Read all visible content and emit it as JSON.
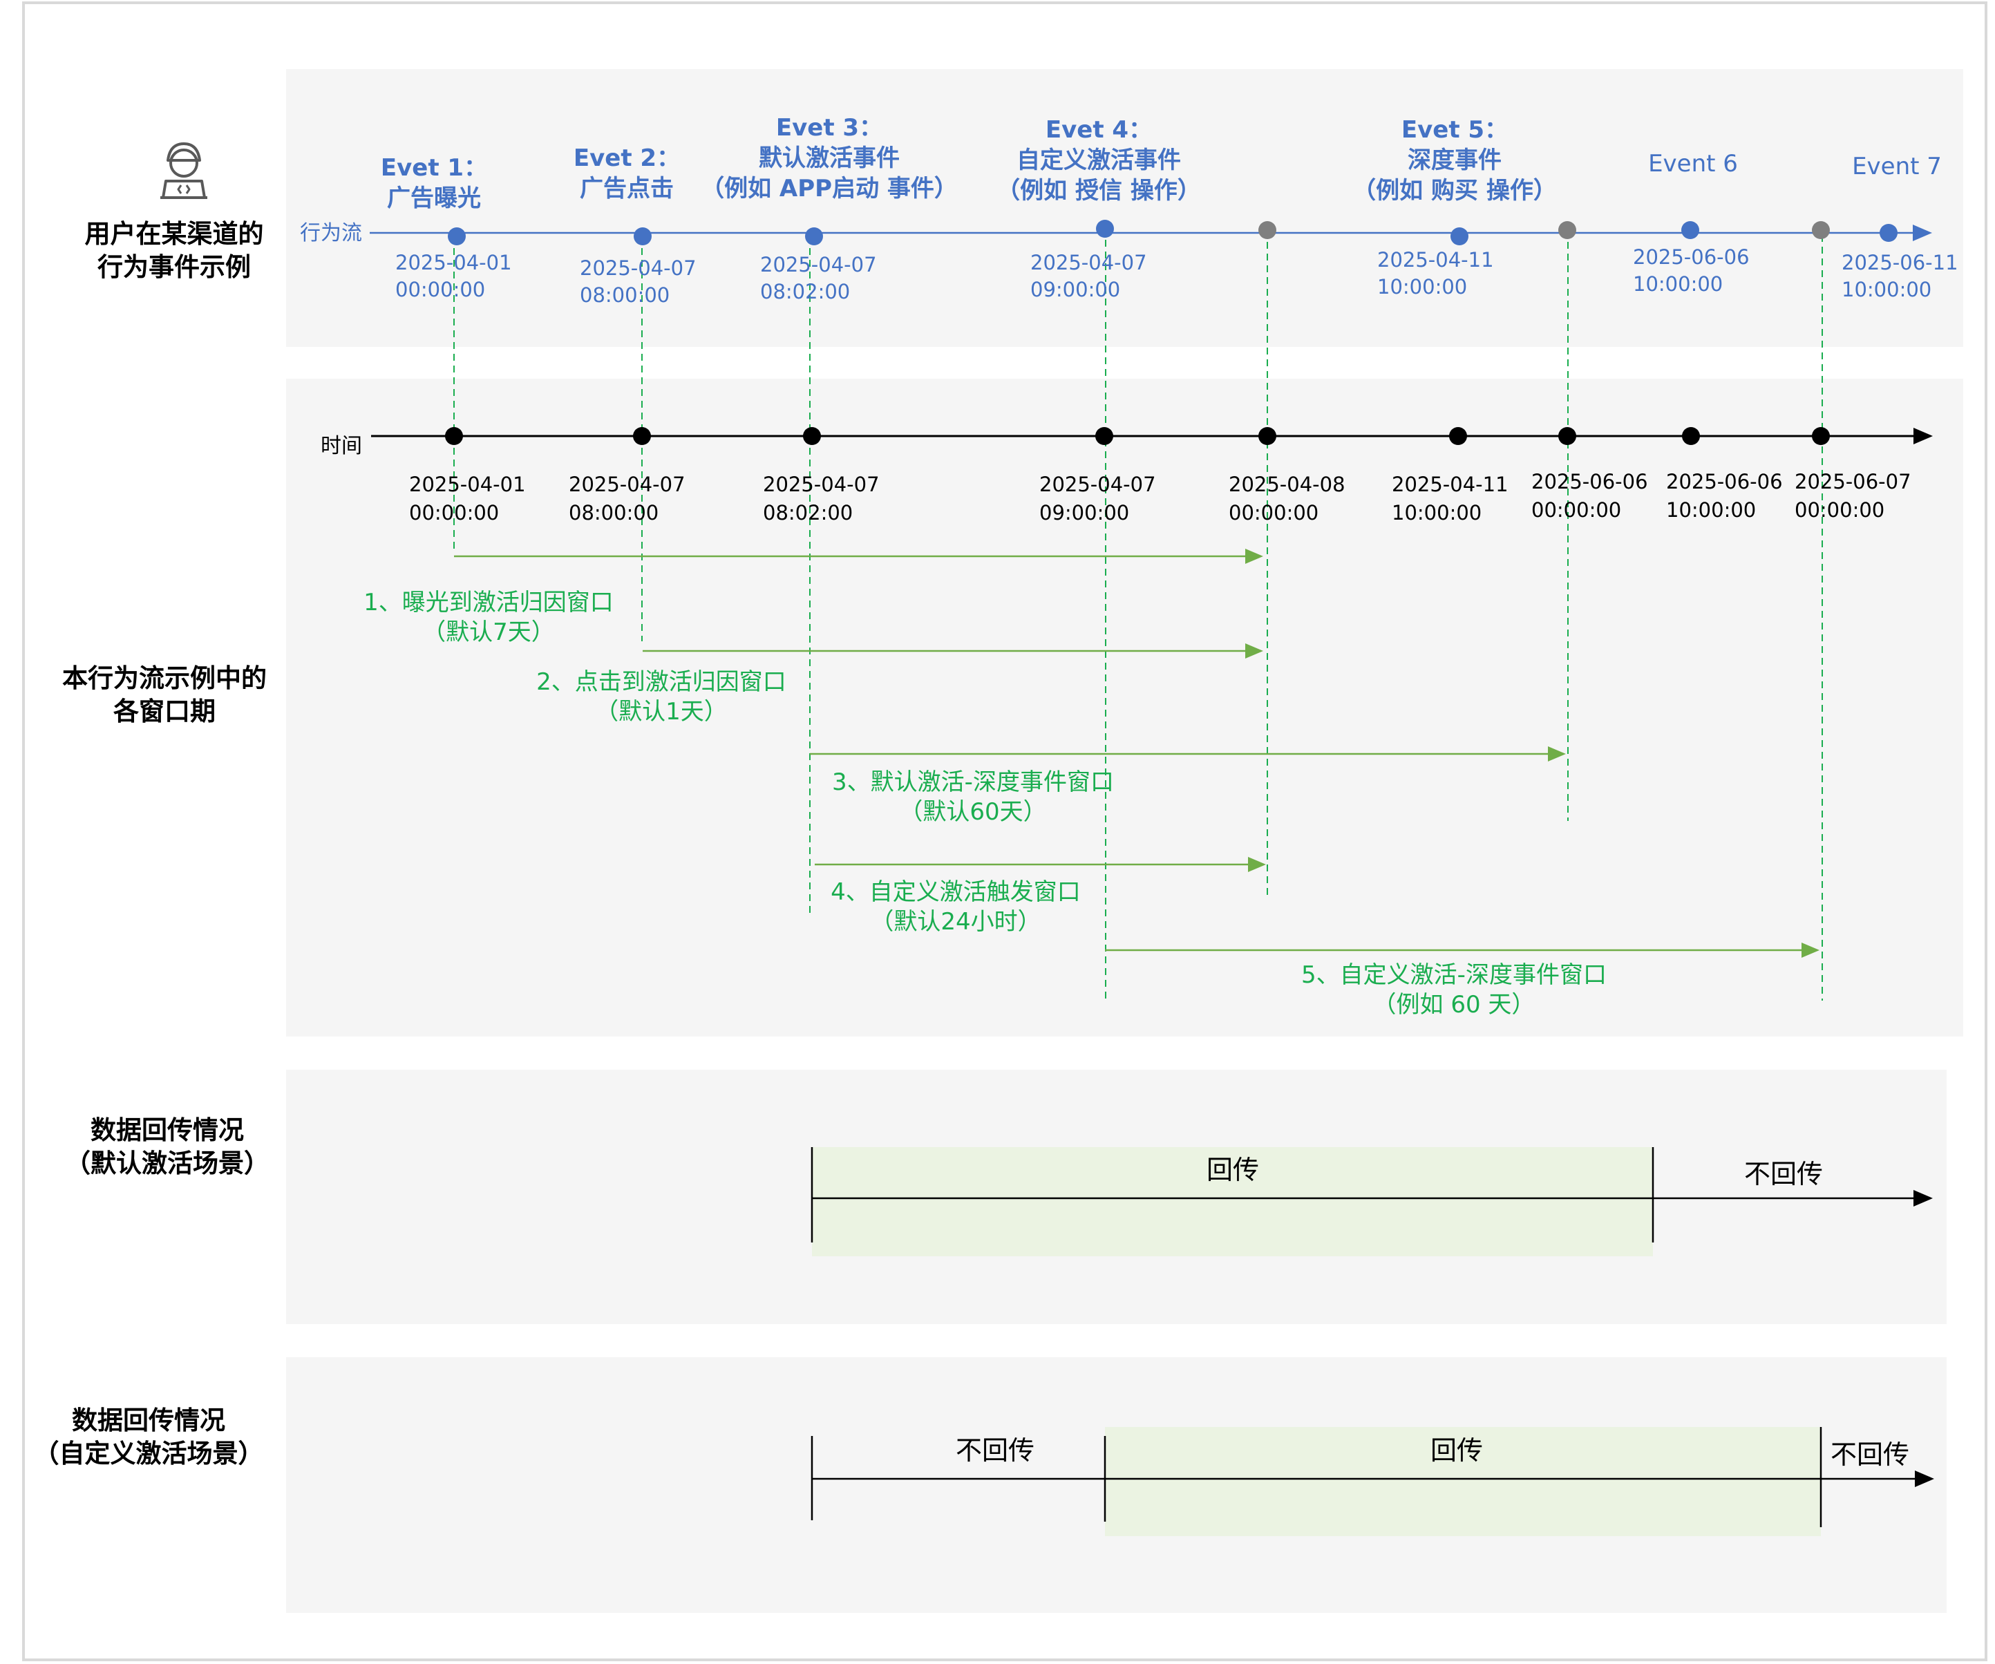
{
  "rows": {
    "behavior": {
      "line1": "用户在某渠道的",
      "line2": "行为事件示例"
    },
    "windows": {
      "line1": "本行为流示例中的",
      "line2": "各窗口期"
    },
    "default_scene": {
      "line1": "数据回传情况",
      "line2": "（默认激活场景）"
    },
    "custom_scene": {
      "line1": "数据回传情况",
      "line2": "（自定义激活场景）"
    }
  },
  "behavior_flow_label": "行为流",
  "time_axis_label": "时间",
  "icon": "developer-avatar-icon",
  "events": [
    {
      "lines": [
        "Evet 1：",
        "广告曝光"
      ],
      "date": "2025-04-01",
      "time": "00:00:00"
    },
    {
      "lines": [
        "Evet 2：",
        "广告点击"
      ],
      "date": "2025-04-07",
      "time": "08:00:00"
    },
    {
      "lines": [
        "Evet 3：",
        "默认激活事件",
        "（例如 APP启动 事件）"
      ],
      "date": "2025-04-07",
      "time": "08:02:00"
    },
    {
      "lines": [
        "Evet 4：",
        "自定义激活事件",
        "（例如 授信 操作）"
      ],
      "date": "2025-04-07",
      "time": "09:00:00"
    },
    {
      "lines": [
        "Evet 5：",
        "深度事件",
        "（例如 购买 操作）"
      ],
      "date": "2025-04-11",
      "time": "10:00:00"
    },
    {
      "lines": [
        "Event 6"
      ],
      "date": "2025-06-06",
      "time": "10:00:00"
    },
    {
      "lines": [
        "Event 7"
      ],
      "date": "2025-06-11",
      "time": "10:00:00"
    }
  ],
  "time_points": [
    {
      "date": "2025-04-01",
      "time": "00:00:00"
    },
    {
      "date": "2025-04-07",
      "time": "08:00:00"
    },
    {
      "date": "2025-04-07",
      "time": "08:02:00"
    },
    {
      "date": "2025-04-07",
      "time": "09:00:00"
    },
    {
      "date": "2025-04-08",
      "time": "00:00:00"
    },
    {
      "date": "2025-04-11",
      "time": "10:00:00"
    },
    {
      "date": "2025-06-06",
      "time": "00:00:00"
    },
    {
      "date": "2025-06-06",
      "time": "10:00:00"
    },
    {
      "date": "2025-06-07",
      "time": "00:00:00"
    }
  ],
  "windows": [
    {
      "title": "1、曝光到激活归因窗口",
      "note": "（默认7天）"
    },
    {
      "title": "2、点击到激活归因窗口",
      "note": "（默认1天）"
    },
    {
      "title": "3、默认激活-深度事件窗口",
      "note": "（默认60天）"
    },
    {
      "title": "4、自定义激活触发窗口",
      "note": "（默认24小时）"
    },
    {
      "title": "5、自定义激活-深度事件窗口",
      "note": "（例如 60 天）"
    }
  ],
  "default_scene": {
    "report_label": "回传",
    "no_report_label": "不回传"
  },
  "custom_scene": {
    "no_report_before": "不回传",
    "report_label": "回传",
    "no_report_after": "不回传"
  },
  "colors": {
    "event_blue": "#4472c4",
    "window_green": "#1aad4f",
    "arrow_green": "#70ad47",
    "panel_bg": "#f5f5f5",
    "report_fill": "#ebf3e2",
    "gray_dot": "#7f7f7f"
  }
}
